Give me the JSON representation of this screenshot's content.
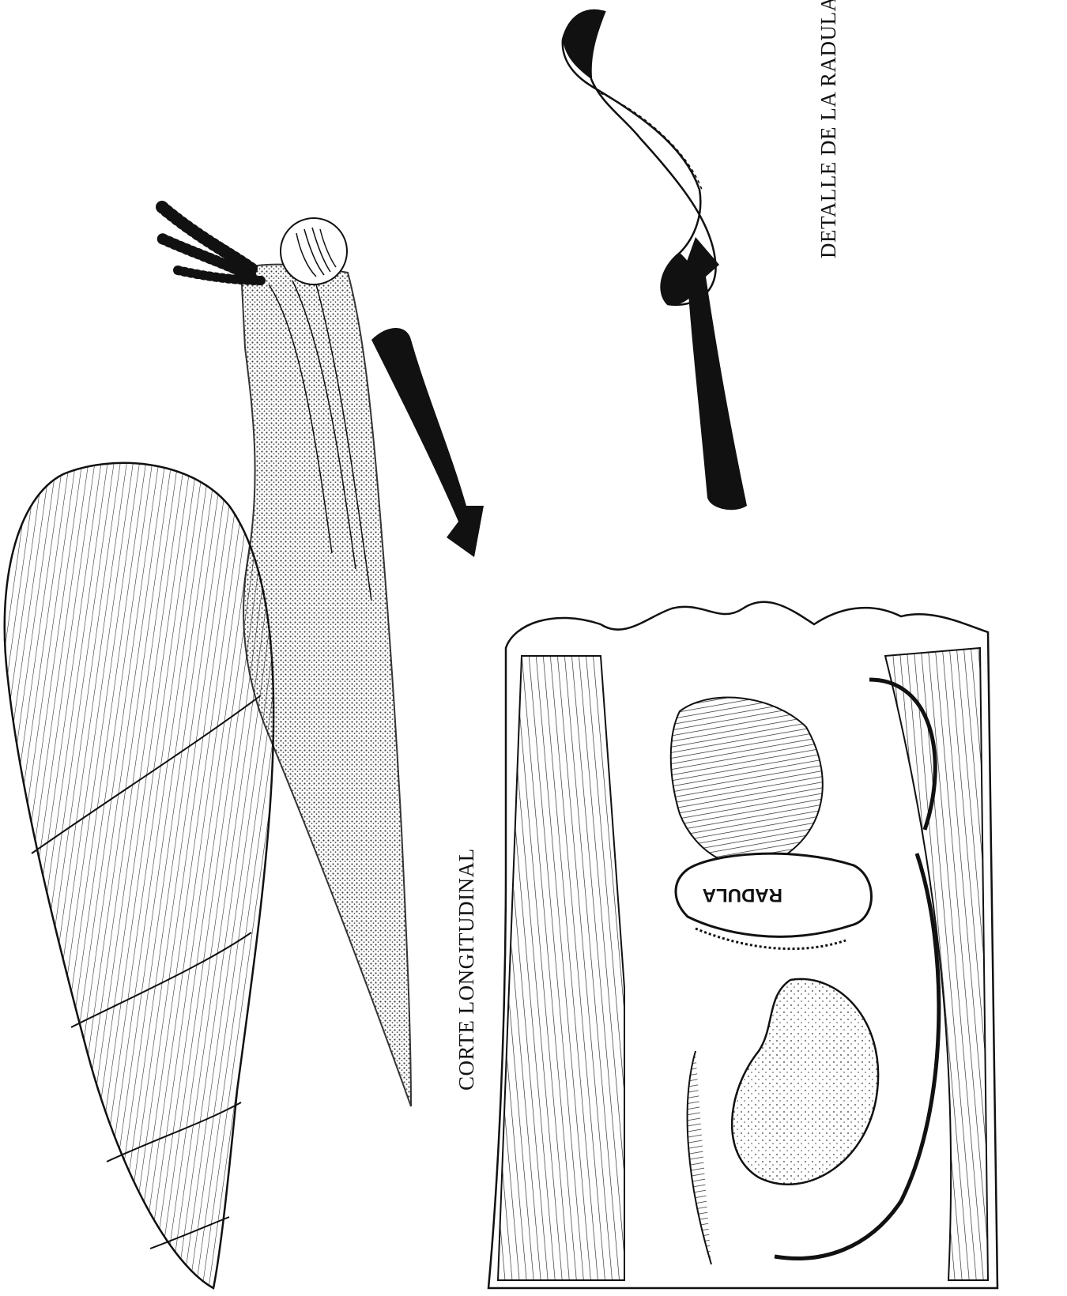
{
  "labels": {
    "radula_detail": "DETALLE DE LA RADULA",
    "corte_longitudinal": "CORTE LONGITUDINAL",
    "radula_inner": "RADULA"
  },
  "colors": {
    "ink": "#111111",
    "paper": "#ffffff",
    "shade": "#6b6b6b"
  }
}
